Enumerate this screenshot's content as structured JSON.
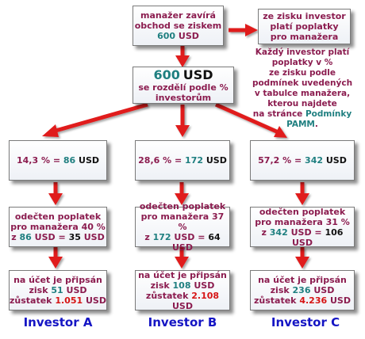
{
  "top": {
    "manager_line1": "manažer zavírá",
    "manager_line2": "obchod se ziskem",
    "manager_amount": "600",
    "manager_currency": "USD",
    "fee_line1": "ze zisku investor",
    "fee_line2": "platí poplatky",
    "fee_line3": "pro manažera"
  },
  "note": {
    "line1": "Každý investor platí",
    "line2": "poplatky v %",
    "line3": "ze zisku podle",
    "line4": "podmínek uvedených",
    "line5": "v tabulce manažera,",
    "line6": "kterou najdete",
    "line7_prefix": "na stránce",
    "line7_link": "Podmínky",
    "line8_link": "PAMM",
    "line8_suffix": "."
  },
  "center": {
    "amount": "600",
    "currency": "USD",
    "line2": "se rozdělí podle %",
    "line3": "investorům"
  },
  "investors": [
    {
      "name": "Investor A",
      "share_pct": "14,3 %",
      "share_eq": "=",
      "share_amount": "86",
      "currency": "USD",
      "fee_line1": "odečten poplatek",
      "fee_line2": "pro manažera 40 %",
      "fee_from": "z",
      "fee_base": "86",
      "fee_eq": "USD =",
      "fee_result": "35",
      "credit_line1": "na účet je připsán",
      "profit_label": "zisk",
      "profit": "51",
      "balance_label": "zůstatek",
      "balance": "1.051"
    },
    {
      "name": "Investor B",
      "share_pct": "28,6 %",
      "share_eq": "=",
      "share_amount": "172",
      "currency": "USD",
      "fee_line1": "odečten poplatek",
      "fee_line2": "pro manažera 37 %",
      "fee_from": "z",
      "fee_base": "172",
      "fee_eq": "USD =",
      "fee_result": "64",
      "credit_line1": "na účet je připsán",
      "profit_label": "zisk",
      "profit": "108",
      "balance_label": "zůstatek",
      "balance": "2.108"
    },
    {
      "name": "Investor C",
      "share_pct": "57,2 %",
      "share_eq": "=",
      "share_amount": "342",
      "currency": "USD",
      "fee_line1": "odečten poplatek",
      "fee_line2": "pro manažera 31 %",
      "fee_from": "z",
      "fee_base": "342",
      "fee_eq": "USD =",
      "fee_result": "106",
      "credit_line1": "na účet je připsán",
      "profit_label": "zisk",
      "profit": "236",
      "balance_label": "zůstatek",
      "balance": "4.236"
    }
  ],
  "colors": {
    "box_text": "#8b1c4f",
    "amount_teal": "#1f7f80",
    "highlight_red": "#d61414",
    "arrow_red": "#e01b1b",
    "investor_blue": "#1515c4"
  },
  "icons": {
    "arrow": "red-arrow-icon"
  }
}
